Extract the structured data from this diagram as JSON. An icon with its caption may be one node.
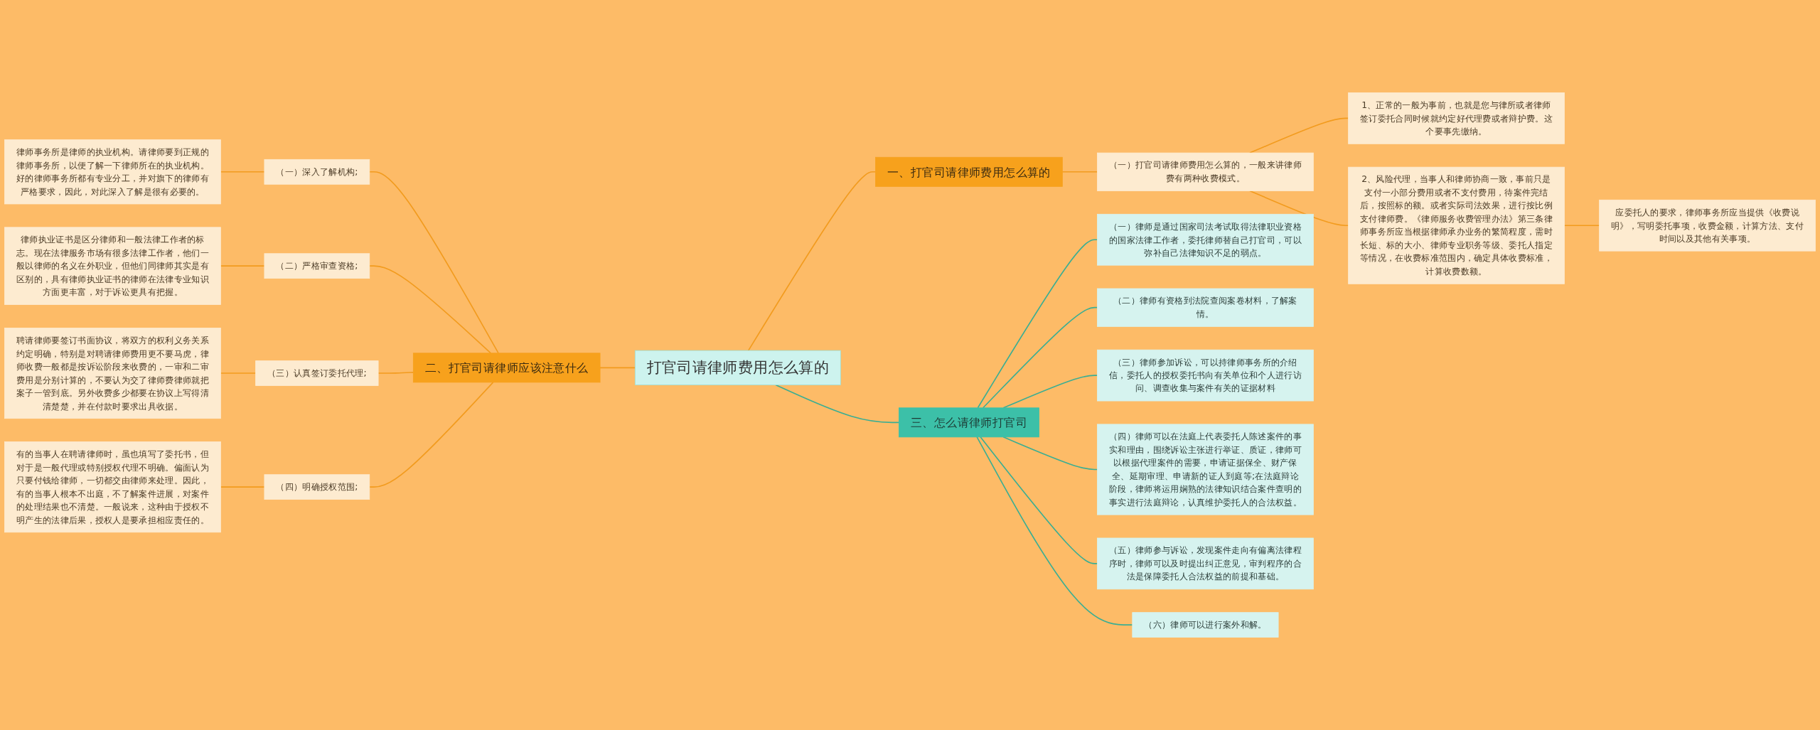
{
  "diagram": {
    "nodes": [
      {
        "text": [
          "打官司请律师费用怎么算的"
        ]
      },
      {
        "text": [
          "一、打官司请律师费用怎么算的"
        ]
      },
      {
        "text": [
          "（一）打官司请律师费用怎么算的，一般来讲律师费有两种收费模式。"
        ]
      },
      {
        "text": [
          "1、正常的一般为事前，也就是您与律所或者律师签订委托合同时候就约定好代理费或者辩护费。这个要事先缴纳。"
        ]
      },
      {
        "text": [
          "2、风险代理，当事人和律师协商一致，事前只是支付一小部分费用或者不支付费用，待案件完结后，按照标的额。或者实际司法效果，进行按比例支付律师费。《律师服务收费管理办法》第三条律师事务所应当根据律师承办业务的繁简程度，需时长短、标的大小、律师专业职务等级、委托人指定等情况，在收费标准范围内，确定具体收费标准，计算收费数额。"
        ]
      },
      {
        "text": [
          "应委托人的要求，律师事务所应当提供《收费说明》，写明委托事项，收费金额，计算方法、支付时间以及其他有关事项。"
        ]
      },
      {
        "text": [
          "二、打官司请律师应该注意什么"
        ]
      },
      {
        "text": [
          "（一）深入了解机构;"
        ]
      },
      {
        "text": [
          "律师事务所是律师的执业机构。请律师要到正规的律师事务所，以便了解一下律师所在的执业机构。好的律师事务所都有专业分工，并对旗下的律师有严格要求，因此，对此深入了解是很有必要的。"
        ]
      },
      {
        "text": [
          "（二）严格审查资格;"
        ]
      },
      {
        "text": [
          "律师执业证书是区分律师和一般法律工作者的标志。现在法律服务市场有很多法律工作者，他们一般以律师的名义在外职业，但他们同律师其实是有区别的，具有律师执业证书的律师在法律专业知识方面更丰富，对于诉讼更具有把握。"
        ]
      },
      {
        "text": [
          "（三）认真签订委托代理;"
        ]
      },
      {
        "text": [
          "聘请律师要签订书面协议，将双方的权利义务关系约定明确，特别是对聘请律师费用更不要马虎，律师收费一般都是按诉讼阶段来收费的，一审和二审费用是分别计算的，不要认为交了律师费律师就把案子一管到底。另外收费多少都要在协议上写得清清楚楚，并在付款时要求出具收据。"
        ]
      },
      {
        "text": [
          "（四）明确授权范围;"
        ]
      },
      {
        "text": [
          "有的当事人在聘请律师时，虽也填写了委托书，但对于是一般代理或特别授权代理不明确。偏面认为只要付钱给律师，一切都交由律师来处理。因此，有的当事人根本不出庭，不了解案件进展，对案件的处理结果也不清楚。一般说来，这种由于授权不明产生的法律后果，授权人是要承担相应责任的。"
        ]
      },
      {
        "text": [
          "三、怎么请律师打官司"
        ]
      },
      {
        "text": [
          "（一）律师是通过国家司法考试取得法律职业资格的国家法律工作者，委托律师替自己打官司，可以弥补自己法律知识不足的弱点。"
        ]
      },
      {
        "text": [
          "（二）律师有资格到法院查阅案卷材料，了解案情。"
        ]
      },
      {
        "text": [
          "（三）律师参加诉讼，可以持律师事务所的介绍信，委托人的授权委托书向有关单位和个人进行访问、调查收集与案件有关的证据材料"
        ]
      },
      {
        "text": [
          "（四）律师可以在法庭上代表委托人陈述案件的事实和理由，围绕诉讼主张进行举证、质证，律师可以根据代理案件的需要，申请证据保全、财产保全、延期审理、申请新的证人到庭等;在法庭辩论阶段，律师将运用娴熟的法律知识结合案件查明的事实进行法庭辩论，认真维护委托人的合法权益。"
        ]
      },
      {
        "text": [
          "（五）律师参与诉讼，发现案件走向有偏离法律程序时，律师可以及时提出纠正意见，审判程序的合法是保障委托人合法权益的前提和基础。"
        ]
      },
      {
        "text": [
          "（六）律师可以进行案外和解。"
        ]
      }
    ],
    "edges": [
      {
        "from": 0,
        "to": 1,
        "arrow": "none"
      },
      {
        "from": 1,
        "to": 2,
        "arrow": "none"
      },
      {
        "from": 2,
        "to": 3,
        "arrow": "none"
      },
      {
        "from": 2,
        "to": 4,
        "arrow": "none"
      },
      {
        "from": 4,
        "to": 5,
        "arrow": "none"
      },
      {
        "from": 6,
        "to": 0,
        "arrow": "none"
      },
      {
        "from": 7,
        "to": 6,
        "arrow": "none"
      },
      {
        "from": 8,
        "to": 7,
        "arrow": "none"
      },
      {
        "from": 9,
        "to": 6,
        "arrow": "none"
      },
      {
        "from": 10,
        "to": 9,
        "arrow": "none"
      },
      {
        "from": 11,
        "to": 6,
        "arrow": "none"
      },
      {
        "from": 12,
        "to": 11,
        "arrow": "none"
      },
      {
        "from": 13,
        "to": 6,
        "arrow": "none"
      },
      {
        "from": 14,
        "to": 13,
        "arrow": "none"
      },
      {
        "from": 0,
        "to": 15,
        "arrow": "none",
        "color": "#3aae93"
      },
      {
        "from": 15,
        "to": 16,
        "arrow": "none",
        "color": "#3aae93"
      },
      {
        "from": 15,
        "to": 17,
        "arrow": "none",
        "color": "#3aae93"
      },
      {
        "from": 15,
        "to": 18,
        "arrow": "none",
        "color": "#3aae93"
      },
      {
        "from": 15,
        "to": 19,
        "arrow": "none",
        "color": "#3aae93"
      },
      {
        "from": 15,
        "to": 20,
        "arrow": "none",
        "color": "#3aae93"
      },
      {
        "from": 15,
        "to": 21,
        "arrow": "none",
        "color": "#3aae93"
      }
    ]
  }
}
